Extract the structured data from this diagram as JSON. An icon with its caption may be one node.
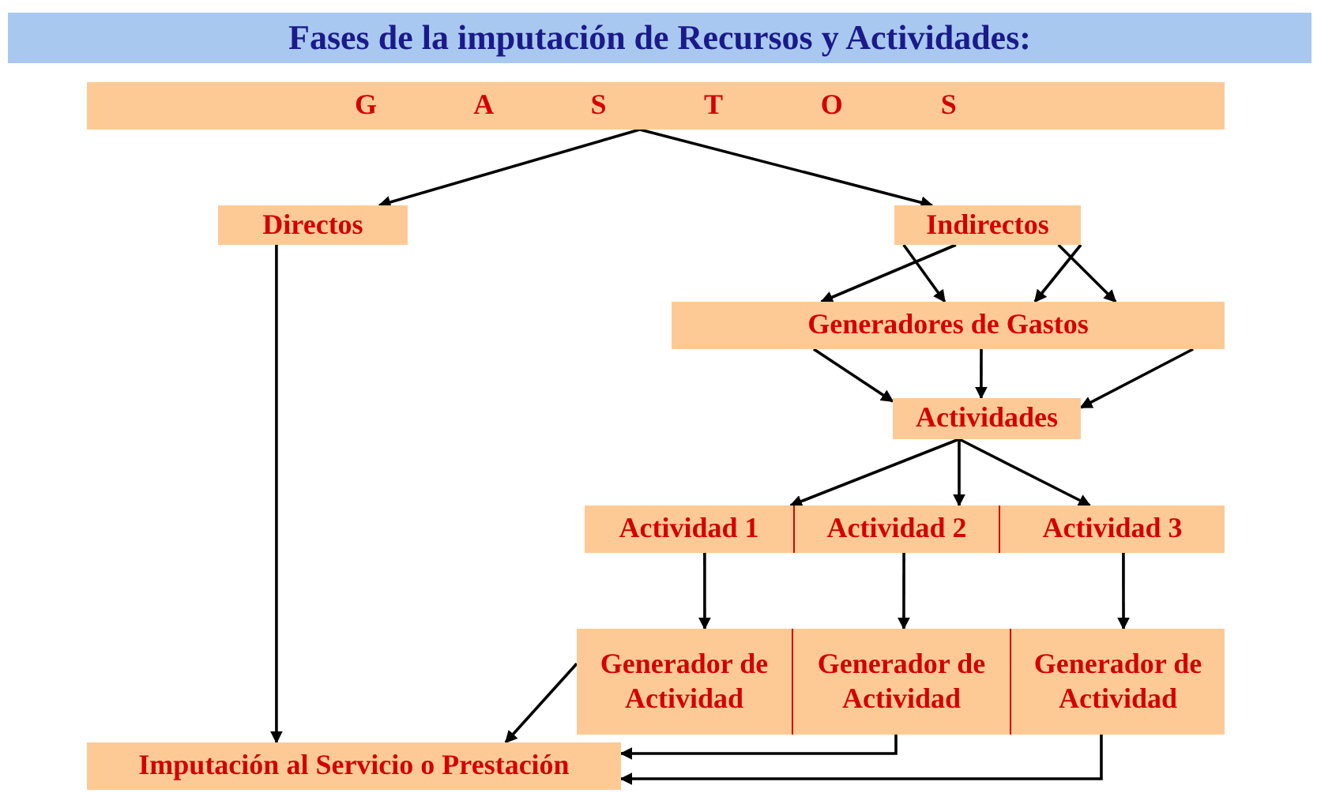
{
  "diagram": {
    "title": "Fases de la imputación de Recursos y Actividades:",
    "nodes": [
      {
        "text": [
          "G A S T O S"
        ]
      },
      {
        "text": [
          "Directos"
        ]
      },
      {
        "text": [
          "Indirectos"
        ]
      },
      {
        "text": [
          "Generadores de Gastos"
        ]
      },
      {
        "text": [
          "Actividades"
        ]
      },
      {
        "text": [
          "Actividad 1"
        ]
      },
      {
        "text": [
          "Actividad 2"
        ]
      },
      {
        "text": [
          "Actividad 3"
        ]
      },
      {
        "text": [
          "Generador de Actividad"
        ]
      },
      {
        "text": [
          "Generador de Actividad"
        ]
      },
      {
        "text": [
          "Generador de Actividad"
        ]
      },
      {
        "text": [
          "Imputación al Servicio o Prestación"
        ]
      }
    ],
    "edges": [
      {
        "from": 0,
        "to": 1,
        "arrow": "to"
      },
      {
        "from": 0,
        "to": 2,
        "arrow": "to"
      },
      {
        "from": 1,
        "to": 11,
        "arrow": "to"
      },
      {
        "from": 2,
        "to": 3,
        "arrow": "to"
      },
      {
        "from": 2,
        "to": 3,
        "arrow": "to"
      },
      {
        "from": 2,
        "to": 3,
        "arrow": "to"
      },
      {
        "from": 2,
        "to": 3,
        "arrow": "to"
      },
      {
        "from": 3,
        "to": 4,
        "arrow": "to"
      },
      {
        "from": 3,
        "to": 4,
        "arrow": "to"
      },
      {
        "from": 3,
        "to": 4,
        "arrow": "to"
      },
      {
        "from": 4,
        "to": 5,
        "arrow": "to"
      },
      {
        "from": 4,
        "to": 6,
        "arrow": "to"
      },
      {
        "from": 4,
        "to": 7,
        "arrow": "to"
      },
      {
        "from": 5,
        "to": 8,
        "arrow": "to"
      },
      {
        "from": 6,
        "to": 9,
        "arrow": "to"
      },
      {
        "from": 7,
        "to": 10,
        "arrow": "to"
      },
      {
        "from": 8,
        "to": 11,
        "arrow": "to"
      },
      {
        "from": 9,
        "to": 11,
        "arrow": "to"
      },
      {
        "from": 10,
        "to": 11,
        "arrow": "to"
      }
    ]
  }
}
